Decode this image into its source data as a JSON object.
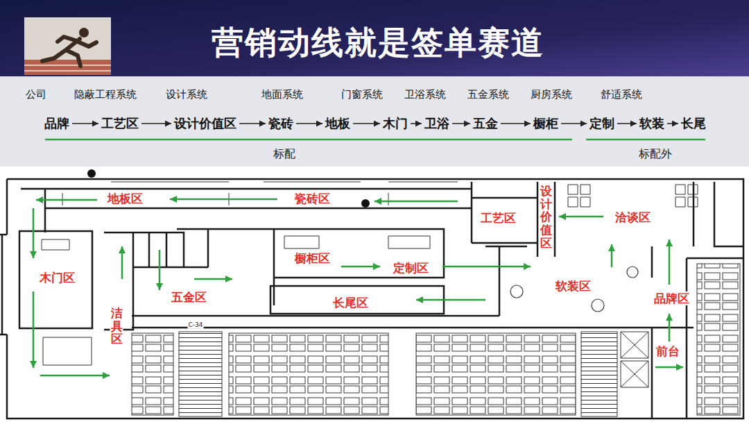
{
  "diagram": {
    "title": "营销动线就是签单赛道",
    "nodes": [
      {
        "text": [
          "品牌"
        ]
      },
      {
        "text": [
          "工艺区"
        ]
      },
      {
        "text": [
          "设计价值区"
        ]
      },
      {
        "text": [
          "瓷砖"
        ]
      },
      {
        "text": [
          "地板"
        ]
      },
      {
        "text": [
          "木门"
        ]
      },
      {
        "text": [
          "卫浴"
        ]
      },
      {
        "text": [
          "五金"
        ]
      },
      {
        "text": [
          "橱柜"
        ]
      },
      {
        "text": [
          "定制"
        ]
      },
      {
        "text": [
          "软装"
        ]
      },
      {
        "text": [
          "长尾"
        ]
      }
    ],
    "edges": [
      {
        "from": 0,
        "to": 1,
        "arrow": "to"
      },
      {
        "from": 1,
        "to": 2,
        "arrow": "to"
      },
      {
        "from": 2,
        "to": 3,
        "arrow": "to"
      },
      {
        "from": 3,
        "to": 4,
        "arrow": "to"
      },
      {
        "from": 4,
        "to": 5,
        "arrow": "to"
      },
      {
        "from": 5,
        "to": 6,
        "arrow": "to"
      },
      {
        "from": 6,
        "to": 7,
        "arrow": "to"
      },
      {
        "from": 7,
        "to": 8,
        "arrow": "to"
      },
      {
        "from": 8,
        "to": 9,
        "arrow": "to"
      },
      {
        "from": 9,
        "to": 10,
        "arrow": "to"
      },
      {
        "from": 10,
        "to": 11,
        "arrow": "to"
      }
    ],
    "labels": [
      "公司",
      "隐蔽工程系统",
      "设计系统",
      "地面系统",
      "门窗系统",
      "卫浴系统",
      "五金系统",
      "厨房系统",
      "舒适系统",
      "标配",
      "标配外",
      "地板区",
      "瓷砖区",
      "设计价值区",
      "工艺区",
      "洽谈区",
      "橱柜区",
      "定制区",
      "软装区",
      "品牌区",
      "木门区",
      "洁具区",
      "五金区",
      "长尾区",
      "前台",
      "C-34"
    ]
  }
}
